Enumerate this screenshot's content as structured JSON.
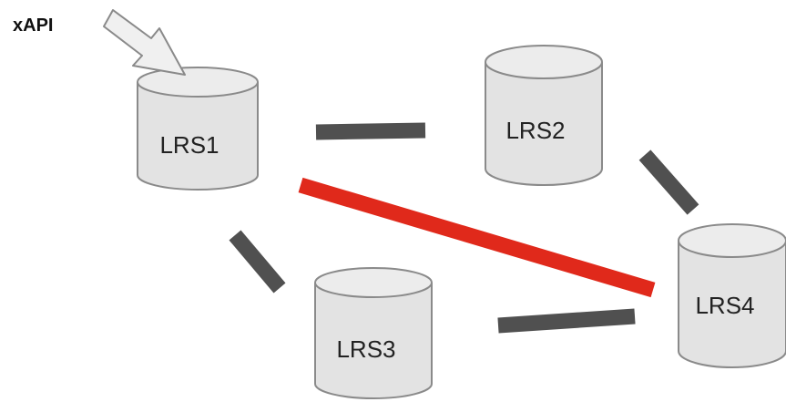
{
  "input_label": "xAPI",
  "nodes": [
    {
      "id": "lrs1",
      "label": "LRS1"
    },
    {
      "id": "lrs2",
      "label": "LRS2"
    },
    {
      "id": "lrs3",
      "label": "LRS3"
    },
    {
      "id": "lrs4",
      "label": "LRS4"
    }
  ],
  "connections": [
    {
      "from": "LRS1",
      "to": "LRS2",
      "color": "#505050"
    },
    {
      "from": "LRS1",
      "to": "LRS3",
      "color": "#505050"
    },
    {
      "from": "LRS2",
      "to": "LRS4",
      "color": "#505050"
    },
    {
      "from": "LRS3",
      "to": "LRS4",
      "color": "#505050"
    },
    {
      "from": "LRS1",
      "to": "LRS4",
      "color": "#e0291b"
    }
  ],
  "input_arrow": {
    "target": "LRS1",
    "icon": "hollow-arrow-icon"
  }
}
